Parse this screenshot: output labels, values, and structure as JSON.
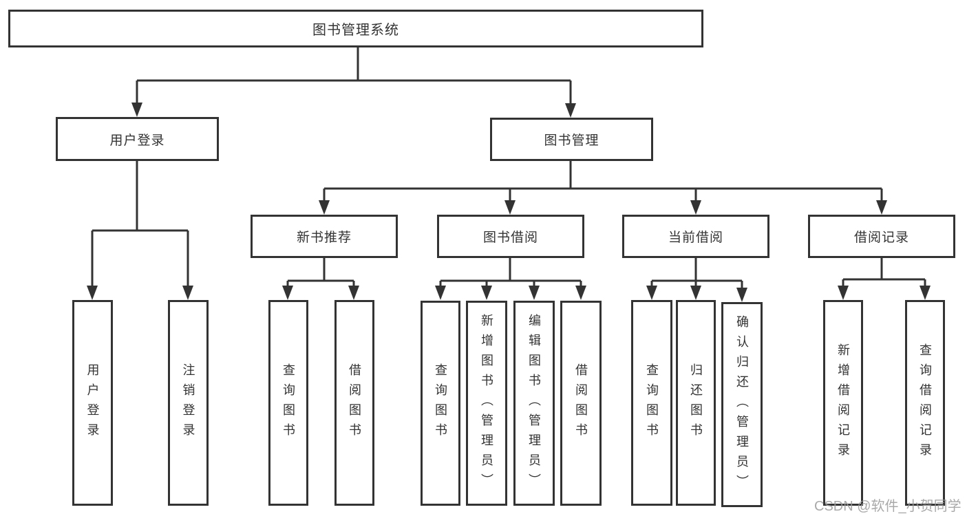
{
  "diagram": {
    "root": {
      "label": "图书管理系统",
      "children": [
        {
          "label": "用户登录",
          "children": [
            {
              "label": "用户登录"
            },
            {
              "label": "注销登录"
            }
          ]
        },
        {
          "label": "图书管理",
          "children": [
            {
              "label": "新书推荐",
              "children": [
                {
                  "label": "查询图书"
                },
                {
                  "label": "借阅图书"
                }
              ]
            },
            {
              "label": "图书借阅",
              "children": [
                {
                  "label": "查询图书"
                },
                {
                  "label": "新增图书（管理员）"
                },
                {
                  "label": "编辑图书（管理员）"
                },
                {
                  "label": "借阅图书"
                }
              ]
            },
            {
              "label": "当前借阅",
              "children": [
                {
                  "label": "查询图书"
                },
                {
                  "label": "归还图书"
                },
                {
                  "label": "确认归还（管理员）"
                }
              ]
            },
            {
              "label": "借阅记录",
              "children": [
                {
                  "label": "新增借阅记录"
                },
                {
                  "label": "查询借阅记录"
                }
              ]
            }
          ]
        }
      ]
    }
  },
  "watermark": {
    "text": "CSDN @软件_小贺同学"
  },
  "colors": {
    "line": "#333333",
    "box_border": "#333333",
    "text": "#333333",
    "watermark": "#9b9b9b",
    "background": "#ffffff"
  }
}
